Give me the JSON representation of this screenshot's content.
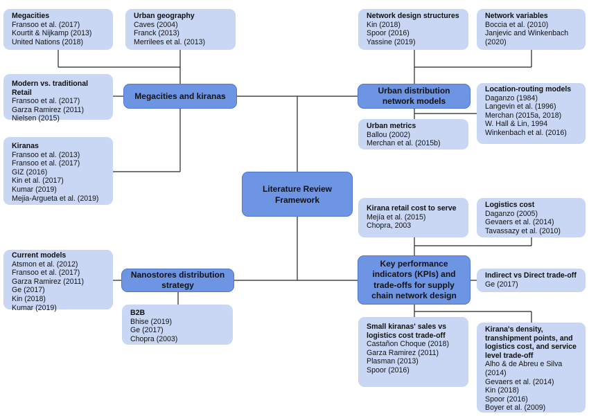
{
  "center": {
    "title": "Literature Review\nFramework"
  },
  "categories": {
    "megacities": "Megacities and kiranas",
    "urban_distribution": "Urban distribution\nnetwork models",
    "nanostores": "Nanostores distribution\nstrategy",
    "kpis": "Key performance\nindicators (KPIs) and\ntrade-offs for supply\nchain network design"
  },
  "boxes": {
    "megacities": {
      "title": "Megacities",
      "refs": [
        "Fransoo et al. (2017)",
        "Kourtit & Nijkamp (2013)",
        "United Nations (2018)"
      ]
    },
    "urban_geography": {
      "title": "Urban geography",
      "refs": [
        "Caves (2004)",
        "Franck (2013)",
        "Merrilees et al. (2013)"
      ]
    },
    "modern_retail": {
      "title": "Modern vs. traditional Retail",
      "refs": [
        "Fransoo et al. (2017)",
        "Garza Ramirez (2011)",
        "Nielsen (2015)"
      ]
    },
    "kiranas": {
      "title": "Kiranas",
      "refs": [
        "Fransoo et al. (2013)",
        "Fransoo et al. (2017)",
        "GIZ (2016)",
        "Kin et al. (2017)",
        "Kumar (2019)",
        "Mejia-Argueta et al. (2019)"
      ]
    },
    "network_design": {
      "title": "Network design structures",
      "refs": [
        "Kin (2018)",
        "Spoor (2016)",
        "Yassine (2019)"
      ]
    },
    "network_variables": {
      "title": "Network variables",
      "refs": [
        "Boccia et al. (2010)",
        "Janjevic and Winkenbach\n(2020)"
      ]
    },
    "location_routing": {
      "title": "Location-routing models",
      "refs": [
        "Daganzo (1984)",
        "Langevin et al. (1996)",
        "Merchan (2015a, 2018)",
        "W. Hall & Lin, 1994",
        "Winkenbach et al. (2016)"
      ]
    },
    "urban_metrics": {
      "title": "Urban metrics",
      "refs": [
        "Ballou (2002)",
        "Merchan et al. (2015b)"
      ]
    },
    "kirana_cost": {
      "title": "Kirana retail cost to serve",
      "refs": [
        "Mejía et al. (2015)",
        "Chopra, 2003"
      ]
    },
    "logistics_cost": {
      "title": "Logistics cost",
      "refs": [
        "Daganzo (2005)",
        "Gevaers et al. (2014)",
        "Tavassazy et al. (2010)"
      ]
    },
    "current_models": {
      "title": "Current models",
      "refs": [
        "Atsmon et al. (2012)",
        "Fransoo et al. (2017)",
        "Garza Ramirez (2011)",
        "Ge (2017)",
        "Kin (2018)",
        "Kumar (2019)"
      ]
    },
    "b2b": {
      "title": "B2B",
      "refs": [
        "Bhise (2019)",
        "Ge (2017)",
        "Chopra (2003)"
      ]
    },
    "indirect_direct": {
      "title": "Indirect vs Direct trade-off",
      "refs": [
        "Ge (2017)"
      ]
    },
    "small_kiranas": {
      "title": "Small kiranas' sales vs\nlogistics cost trade-off",
      "refs": [
        "Castañon Choque (2018)",
        "Garza Ramirez (2011)",
        "Plasman (2013)",
        "Spoor (2016)"
      ]
    },
    "density": {
      "title": "Kirana's density,\ntranshipment points, and\nlogistics cost, and service\nlevel trade-off",
      "refs": [
        "Alho & de Abreu e Silva\n(2014)",
        "Gevaers et al. (2014)",
        "Kin (2018)",
        "Spoor (2016)",
        "Boyer et al. (2009)"
      ]
    }
  },
  "colors": {
    "category_fill": "#6d95e3",
    "leaf_fill": "#c9d7f4",
    "connector": "#222222"
  }
}
